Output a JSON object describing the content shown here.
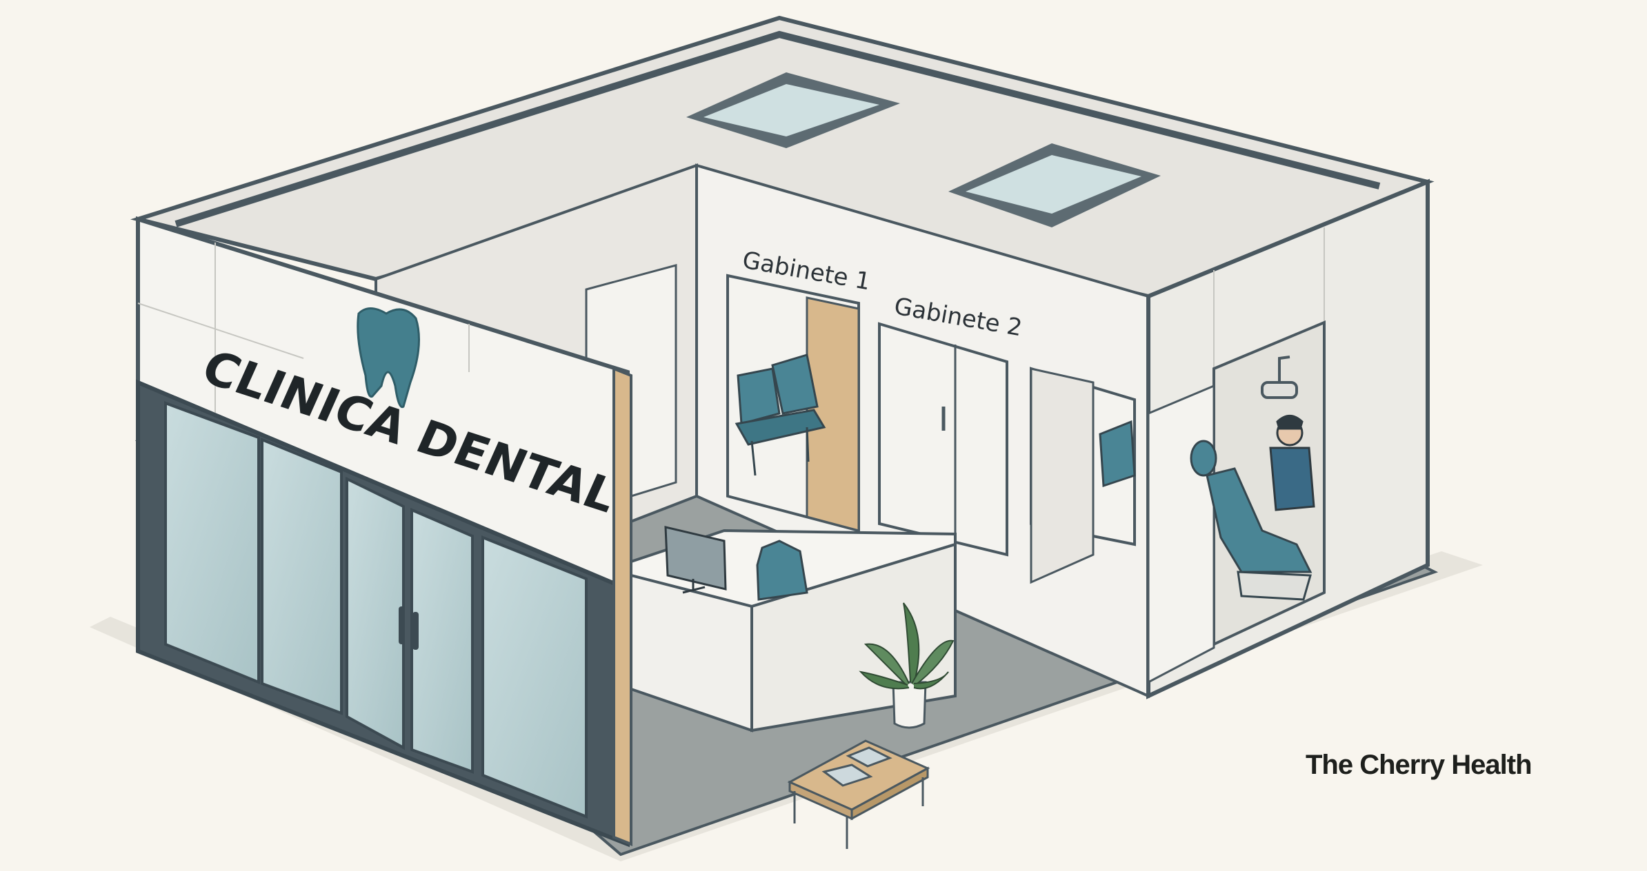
{
  "illustration": {
    "sign_text": "CLINICA DENTAL",
    "room_label_1": "Gabinete 1",
    "room_label_2": "Gabinete 2"
  },
  "watermark": {
    "text": "The Cherry Health"
  },
  "colors": {
    "background": "#f8f5ee",
    "outline": "#4a5860",
    "wall": "#f3f2ee",
    "roof": "#e5e3df",
    "floor": "#969c9c",
    "accent_teal": "#447f8d",
    "glass": "#b9d0d3",
    "wood": "#d8b88c"
  }
}
